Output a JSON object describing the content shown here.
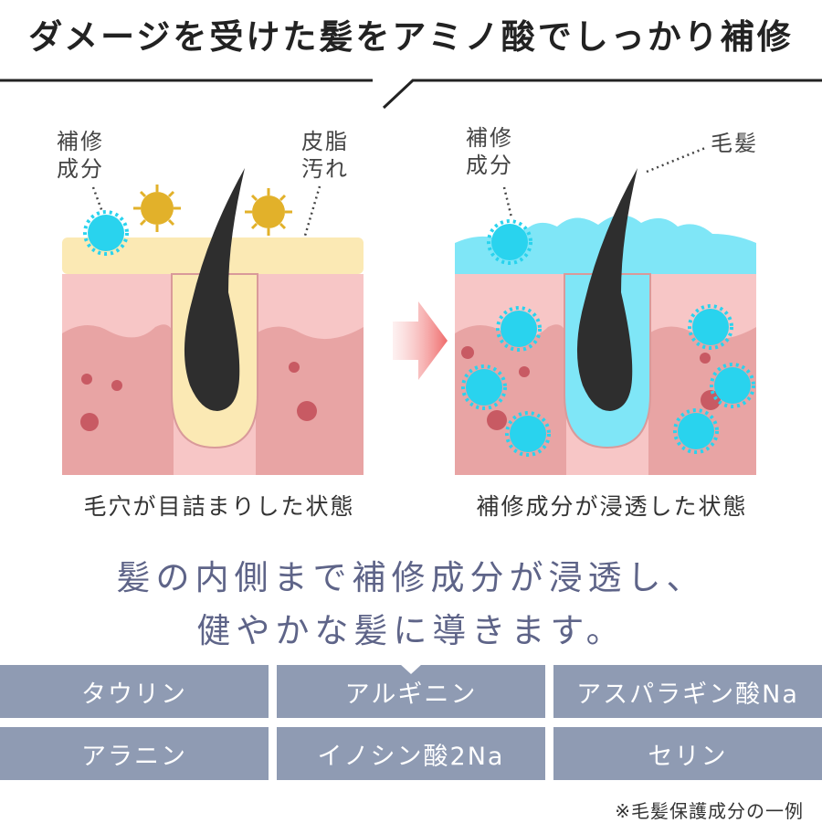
{
  "title": "ダメージを受けた髪をアミノ酸でしっかり補修",
  "left_panel": {
    "label_component": [
      "補修",
      "成分"
    ],
    "label_sebum": [
      "皮脂",
      "汚れ"
    ],
    "caption": "毛穴が目詰まりした状態"
  },
  "right_panel": {
    "label_component": [
      "補修",
      "成分"
    ],
    "label_hair": "毛髪",
    "caption": "補修成分が浸透した状態"
  },
  "headline": [
    "髪の内側まで補修成分が浸透し、",
    "健やかな髪に導きます。"
  ],
  "ingredients": [
    "タウリン",
    "アルギニン",
    "アスパラギン酸Na",
    "アラニン",
    "イノシン酸2Na",
    "セリン"
  ],
  "footnote": "※毛髪保護成分の一例",
  "colors": {
    "cyan": "#29d3ee",
    "sebum": "#fbe9b4",
    "dirt": "#e2b12a",
    "skin_top": "#f7c6c6",
    "skin_bottom": "#e8a4a4",
    "hair": "#2e2e2e",
    "headline": "#5e6488",
    "ingredient_bg": "#8f9bb3",
    "arrow": "#ef6b6b"
  },
  "icons": [
    "arrow-right-icon"
  ]
}
